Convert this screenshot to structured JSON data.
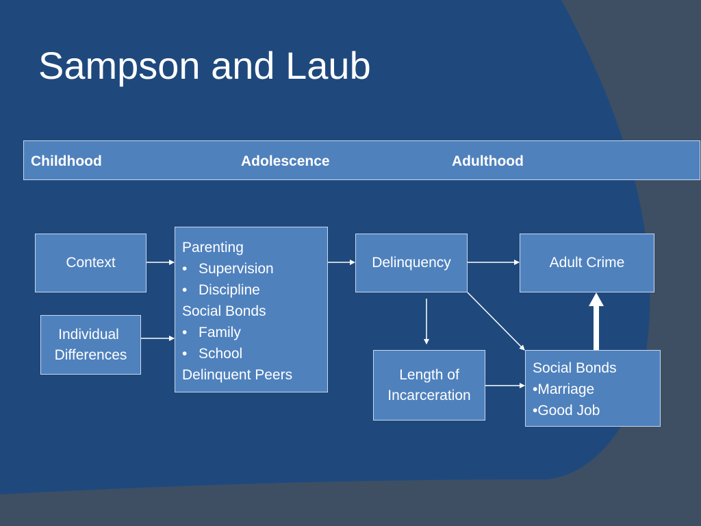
{
  "slide": {
    "title": "Sampson and Laub"
  },
  "colors": {
    "slide_background": "#1f497d",
    "band_color": "#445566",
    "box_fill": "#4f81bd",
    "box_border": "#c9d8ec",
    "text": "#ffffff"
  },
  "timeline": {
    "stages": [
      "Childhood",
      "Adolescence",
      "Adulthood"
    ]
  },
  "nodes": {
    "context": {
      "label": "Context"
    },
    "individual_differences": {
      "lines": [
        "Individual",
        "Differences"
      ]
    },
    "parenting": {
      "heading_1": "Parenting",
      "bullets_1": [
        "Supervision",
        "Discipline"
      ],
      "heading_2": "Social Bonds",
      "bullets_2": [
        "Family",
        "School"
      ],
      "heading_3": "Delinquent Peers",
      "bullet_symbol": "•"
    },
    "delinquency": {
      "label": "Delinquency"
    },
    "adult_crime": {
      "label": "Adult Crime"
    },
    "length_of_incarceration": {
      "lines": [
        "Length of",
        "Incarceration"
      ]
    },
    "social_bonds_adult": {
      "heading": "Social Bonds",
      "items": [
        "•Marriage",
        "•Good Job"
      ]
    }
  },
  "edges": [
    {
      "from": "Context",
      "to": "Parenting"
    },
    {
      "from": "Individual Differences",
      "to": "Parenting"
    },
    {
      "from": "Parenting",
      "to": "Delinquency"
    },
    {
      "from": "Delinquency",
      "to": "Adult Crime"
    },
    {
      "from": "Delinquency",
      "to": "Length of Incarceration"
    },
    {
      "from": "Delinquency",
      "to": "Social Bonds"
    },
    {
      "from": "Length of Incarceration",
      "to": "Social Bonds"
    },
    {
      "from": "Social Bonds",
      "to": "Adult Crime",
      "style": "thick"
    }
  ]
}
